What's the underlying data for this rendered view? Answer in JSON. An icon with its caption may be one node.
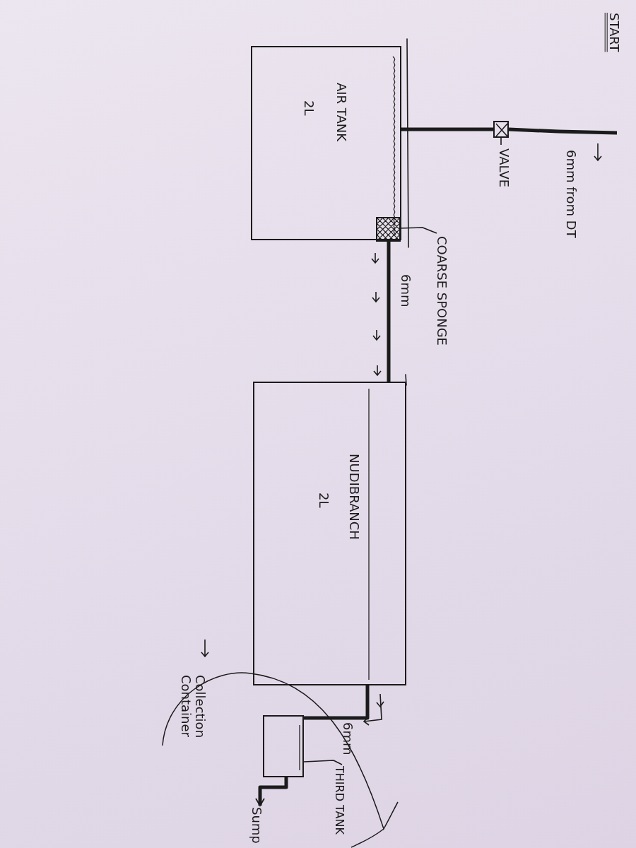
{
  "diagram": {
    "nodes": [
      {
        "text": [
          "AIR TANK",
          "2L"
        ]
      },
      {
        "text": [],
        "shape": "box",
        "in": 0
      },
      {
        "text": [],
        "shape": "box"
      },
      {
        "text": [
          "VALVE"
        ]
      },
      {
        "text": [
          "COARSE SPONGE"
        ]
      },
      {
        "text": [
          "6mm from DT"
        ]
      },
      {
        "text": [
          "NUDIBRANCH",
          "2L"
        ]
      },
      {
        "text": [
          "Collection Container"
        ]
      },
      {
        "text": [],
        "shape": "box",
        "in": 7
      },
      {
        "text": [
          "THIRD TANK"
        ],
        "in": 7
      },
      {
        "text": [
          "Sump"
        ],
        "in": 7
      }
    ],
    "edges": [
      {
        "from": 5,
        "to": 2,
        "arrow": "none"
      },
      {
        "from": 2,
        "to": 0,
        "arrow": "none"
      },
      {
        "from": 3,
        "to": 2,
        "arrow": "none"
      },
      {
        "from": 4,
        "to": 1,
        "arrow": "none"
      },
      {
        "from": 0,
        "to": 6,
        "arrow": "none"
      },
      {
        "from": 6,
        "to": 8,
        "arrow": "none"
      },
      {
        "from": 8,
        "to": 10,
        "arrow": "to"
      },
      {
        "from": 9,
        "to": 8,
        "arrow": "none"
      }
    ],
    "labels": [
      "START",
      "6mm",
      "6mm"
    ]
  }
}
